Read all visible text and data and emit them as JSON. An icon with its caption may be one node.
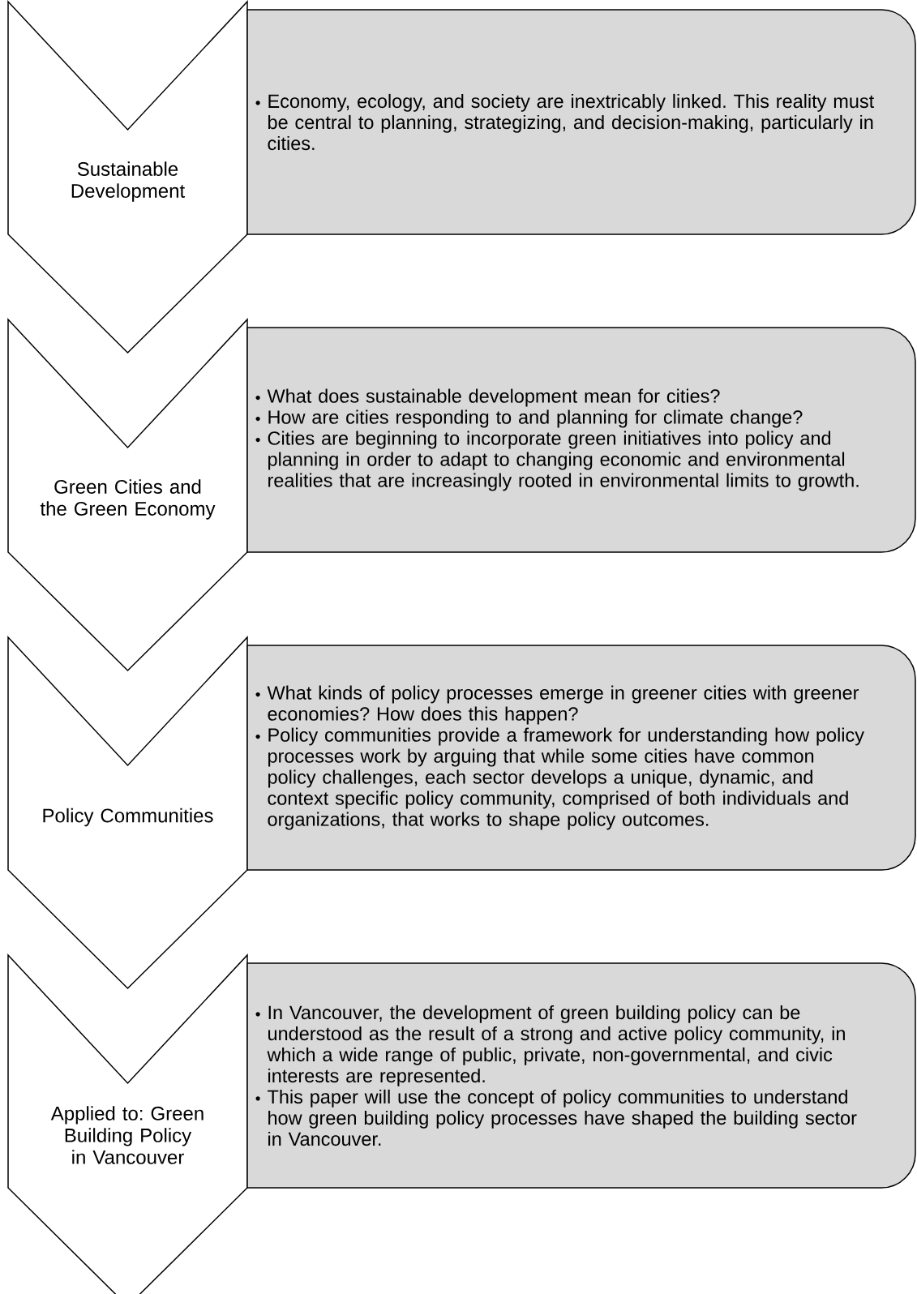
{
  "diagram": {
    "nodes": [
      {
        "text": [
          "Sustainable Development"
        ]
      },
      {
        "text": [
          "Economy, ecology, and society are inextricably linked. This reality must be central to planning, strategizing, and decision-making, particularly in cities."
        ]
      },
      {
        "text": [
          "Green Cities and the Green Economy"
        ]
      },
      {
        "text": [
          "What does sustainable development mean for cities?",
          "How are cities responding to and planning for climate change?",
          "Cities are beginning to incorporate green initiatives into policy and planning in order to adapt to changing economic and environmental realities that are increasingly rooted in environmental limits to growth."
        ]
      },
      {
        "text": [
          "Policy Communities"
        ]
      },
      {
        "text": [
          "What kinds of policy processes emerge in greener cities with greener economies? How does this happen?",
          "Policy communities provide a framework for understanding how policy processes work by arguing that while some cities have common policy challenges, each sector develops a unique, dynamic, and context specific policy community, comprised of both individuals and organizations, that works to shape policy outcomes."
        ]
      },
      {
        "text": [
          "Applied to: Green Building Policy in Vancouver"
        ]
      },
      {
        "text": [
          "In Vancouver, the development of green building policy can be understood as the result of a strong and active policy community, in which a wide range of public, private, non-governmental, and civic interests are represented.",
          "This paper will use the concept of policy communities to understand how green building policy processes have shaped the building sector in Vancouver."
        ]
      }
    ]
  }
}
